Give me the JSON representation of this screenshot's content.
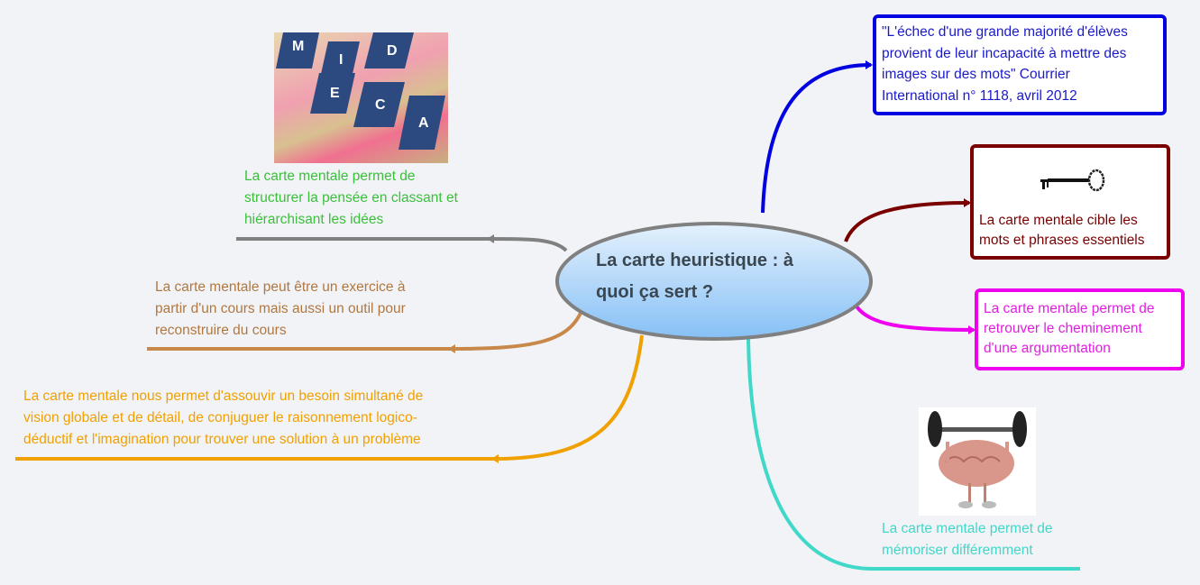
{
  "central_topic": {
    "line1": "La carte heuristique : à",
    "line2": "quoi ça sert ?"
  },
  "branches": [
    {
      "id": "quote",
      "color": "#0000e0",
      "lines": [
        "\"L'échec d'une grande majorité d'élèves",
        "provient de leur incapacité à mettre des",
        "images sur des mots\" Courrier",
        "International n° 1118, avril 2012"
      ]
    },
    {
      "id": "keywords",
      "color": "#7a0000",
      "icon": "key-icon",
      "lines": [
        "La carte mentale cible les",
        "mots et phrases essentiels"
      ]
    },
    {
      "id": "argumentation",
      "color": "#ee00ee",
      "lines": [
        "La carte mentale permet de",
        "retrouver le cheminement",
        "d'une argumentation"
      ]
    },
    {
      "id": "memorize",
      "color": "#40d8c8",
      "icon": "brain-barbell-image",
      "lines": [
        "La carte mentale permet de",
        "mémoriser différemment"
      ]
    },
    {
      "id": "structure",
      "color": "#3cc03c",
      "icon": "file-folders-image",
      "image_letters": [
        "M",
        "I",
        "E",
        "D",
        "C",
        "A"
      ],
      "lines": [
        "La carte mentale permet de",
        "structurer la pensée en classant et",
        "hiérarchisant les idées"
      ]
    },
    {
      "id": "exercise",
      "color": "#b07840",
      "lines": [
        "La carte mentale peut être un exercice à",
        "partir d'un cours mais aussi un outil pour",
        "reconstruire du cours"
      ]
    },
    {
      "id": "vision",
      "color": "#f0a000",
      "lines": [
        "La carte mentale nous permet d'assouvir un besoin simultané de",
        "vision globale et de détail, de conjuguer le raisonnement logico-",
        "déductif et l'imagination pour trouver une solution à un problème"
      ]
    }
  ]
}
